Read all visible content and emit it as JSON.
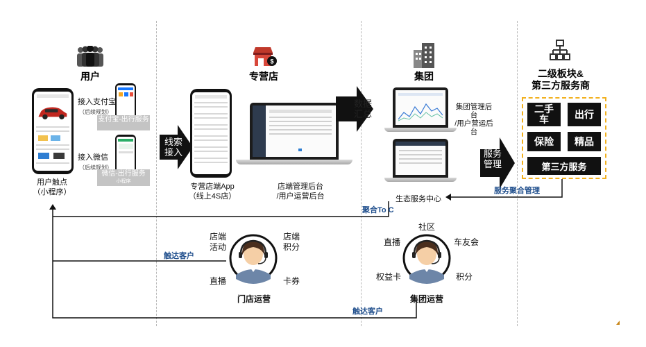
{
  "columns": {
    "user": {
      "title": "用户"
    },
    "store": {
      "title": "专营店"
    },
    "group": {
      "title": "集团"
    },
    "partner": {
      "title": "二级板块&\n第三方服务商"
    }
  },
  "user_section": {
    "alipay_label": "接入支付宝",
    "alipay_note": "（后续规划）",
    "alipay_screen_text": "支付宝-出行服务",
    "wechat_label": "接入微信",
    "wechat_note": "（后续规划）",
    "wechat_screen_text": "微信-出行服务",
    "wechat_screen_sub": "小程序",
    "touchpoint_label": "用户触点\n（小程序）"
  },
  "arrows": {
    "leads": "线索\n接入",
    "data": "数据\n汇总",
    "service": "服务\n管理"
  },
  "store_section": {
    "app_label": "专营店端App\n（线上4S店）",
    "backend_label": "店端管理后台\n/用户运营后台"
  },
  "group_section": {
    "backend_label": "集团管理后\n台\n/用户营运后\n台",
    "eco_center": "生态服务中心"
  },
  "partner_section": {
    "services": [
      "二手\n车",
      "出行",
      "保险",
      "精品",
      "第三方服务"
    ],
    "aggregation_label": "服务聚合管理"
  },
  "flows": {
    "aggregate_to_c": "聚合To C",
    "reach_customer_store": "触达客户",
    "reach_customer_group": "触达客户"
  },
  "store_ops": {
    "title": "门店运营",
    "features": [
      "店端\n活动",
      "店端\n积分",
      "直播",
      "卡券"
    ]
  },
  "group_ops": {
    "title": "集团运营",
    "features": [
      "社区",
      "直播",
      "车友会",
      "权益卡",
      "积分"
    ]
  },
  "colors": {
    "accent_blue": "#1f4e8c",
    "service_box_border": "#f2b01e",
    "arrow_fill": "#111111"
  }
}
